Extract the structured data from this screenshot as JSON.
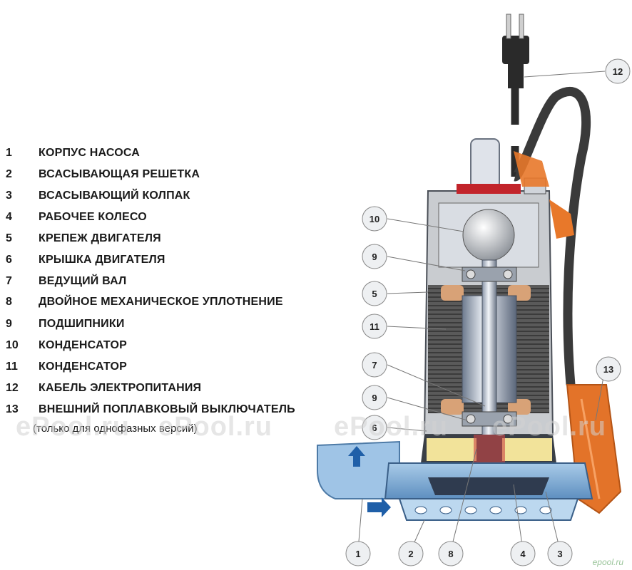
{
  "legend": [
    {
      "num": "1",
      "text": "КОРПУС НАСОСА"
    },
    {
      "num": "2",
      "text": "ВСАСЫВАЮЩАЯ РЕШЕТКА"
    },
    {
      "num": "3",
      "text": "ВСАСЫВАЮЩИЙ КОЛПАК"
    },
    {
      "num": "4",
      "text": "РАБОЧЕЕ КОЛЕСО"
    },
    {
      "num": "5",
      "text": "КРЕПЕЖ ДВИГАТЕЛЯ"
    },
    {
      "num": "6",
      "text": "КРЫШКА ДВИГАТЕЛЯ"
    },
    {
      "num": "7",
      "text": "ВЕДУЩИЙ ВАЛ"
    },
    {
      "num": "8",
      "text": "ДВОЙНОЕ МЕХАНИЧЕСКОЕ УПЛОТНЕНИЕ"
    },
    {
      "num": "9",
      "text": "ПОДШИПНИКИ"
    },
    {
      "num": "10",
      "text": "КОНДЕНСАТОР"
    },
    {
      "num": "11",
      "text": "КОНДЕНСАТОР"
    },
    {
      "num": "12",
      "text": "КАБЕЛЬ ЭЛЕКТРОПИТАНИЯ"
    },
    {
      "num": "13",
      "text": "ВНЕШНИЙ ПОПЛАВКОВЫЙ ВЫКЛЮЧАТЕЛЬ"
    }
  ],
  "legend_note": "(только для однофазных версий)",
  "callouts": {
    "c12": "12",
    "c10": "10",
    "c9a": "9",
    "c5": "5",
    "c11": "11",
    "c7": "7",
    "c9b": "9",
    "c6": "6",
    "c13": "13",
    "c1": "1",
    "c2": "2",
    "c8": "8",
    "c4": "4",
    "c3": "3"
  },
  "watermarks": [
    "ePool.ru",
    "ePool.ru",
    "ePool.ru",
    "ePool.ru"
  ],
  "corner_mark": "epool.ru",
  "colors": {
    "accent_orange": "#e8782a",
    "inlet_blue": "#1f5fa8",
    "housing_grey": "#c9ccd0",
    "oil_yellow": "#f2e39a",
    "winding_dark": "#4a4a4a"
  }
}
